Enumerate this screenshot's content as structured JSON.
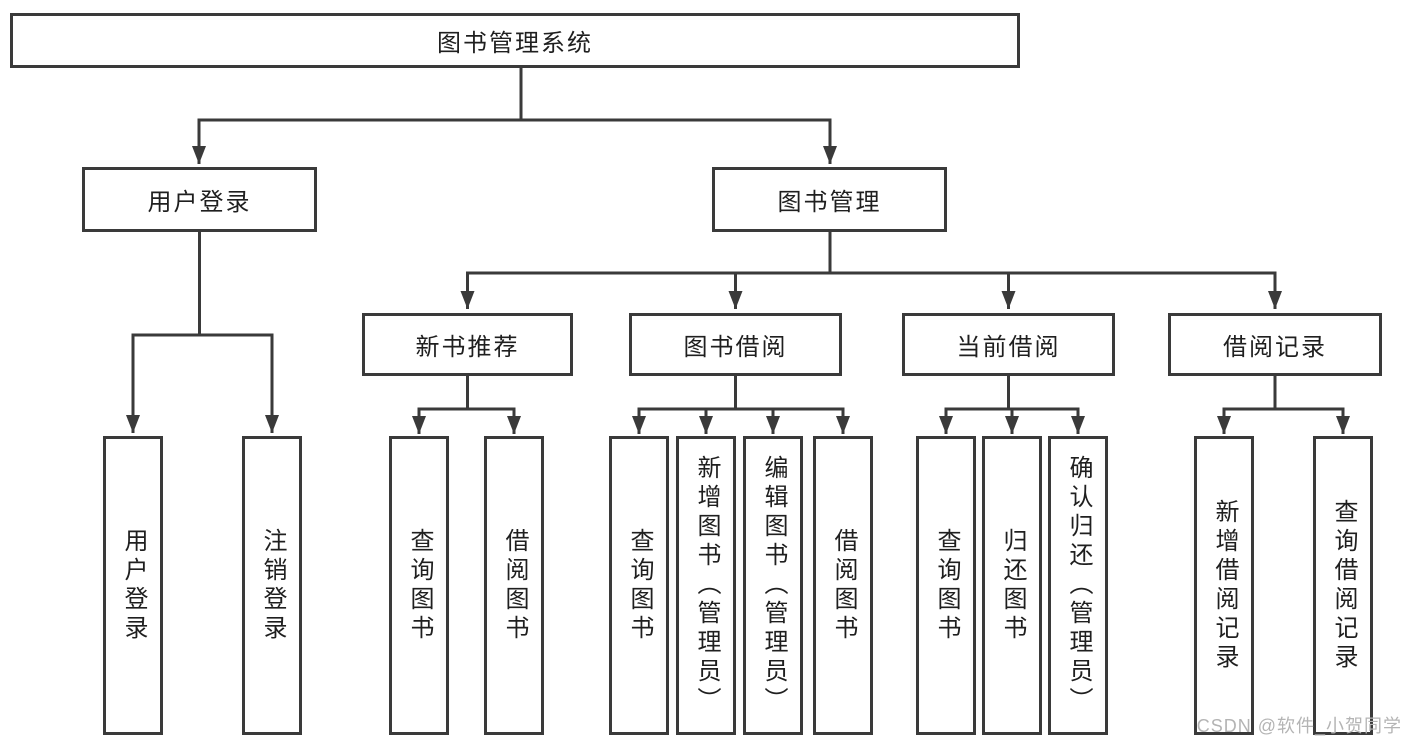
{
  "diagram": {
    "type": "hierarchy-tree",
    "watermark": "CSDN @软件_小贺同学",
    "colors": {
      "line": "#3a3a3a",
      "node_border": "#3a3a3a",
      "node_fill": "#ffffff",
      "text": "#1f1f1f",
      "watermark": "#b4b4b4",
      "background": "#ffffff"
    },
    "tree": {
      "label": "图书管理系统",
      "children": [
        {
          "label": "用户登录",
          "children": [
            {
              "label": "用户登录"
            },
            {
              "label": "注销登录"
            }
          ]
        },
        {
          "label": "图书管理",
          "children": [
            {
              "label": "新书推荐",
              "children": [
                {
                  "label": "查询图书"
                },
                {
                  "label": "借阅图书"
                }
              ]
            },
            {
              "label": "图书借阅",
              "children": [
                {
                  "label": "查询图书"
                },
                {
                  "label": "新增图书（管理员）"
                },
                {
                  "label": "编辑图书（管理员）"
                },
                {
                  "label": "借阅图书"
                }
              ]
            },
            {
              "label": "当前借阅",
              "children": [
                {
                  "label": "查询图书"
                },
                {
                  "label": "归还图书"
                },
                {
                  "label": "确认归还（管理员）"
                }
              ]
            },
            {
              "label": "借阅记录",
              "children": [
                {
                  "label": "新增借阅记录"
                },
                {
                  "label": "查询借阅记录"
                }
              ]
            }
          ]
        }
      ]
    }
  }
}
